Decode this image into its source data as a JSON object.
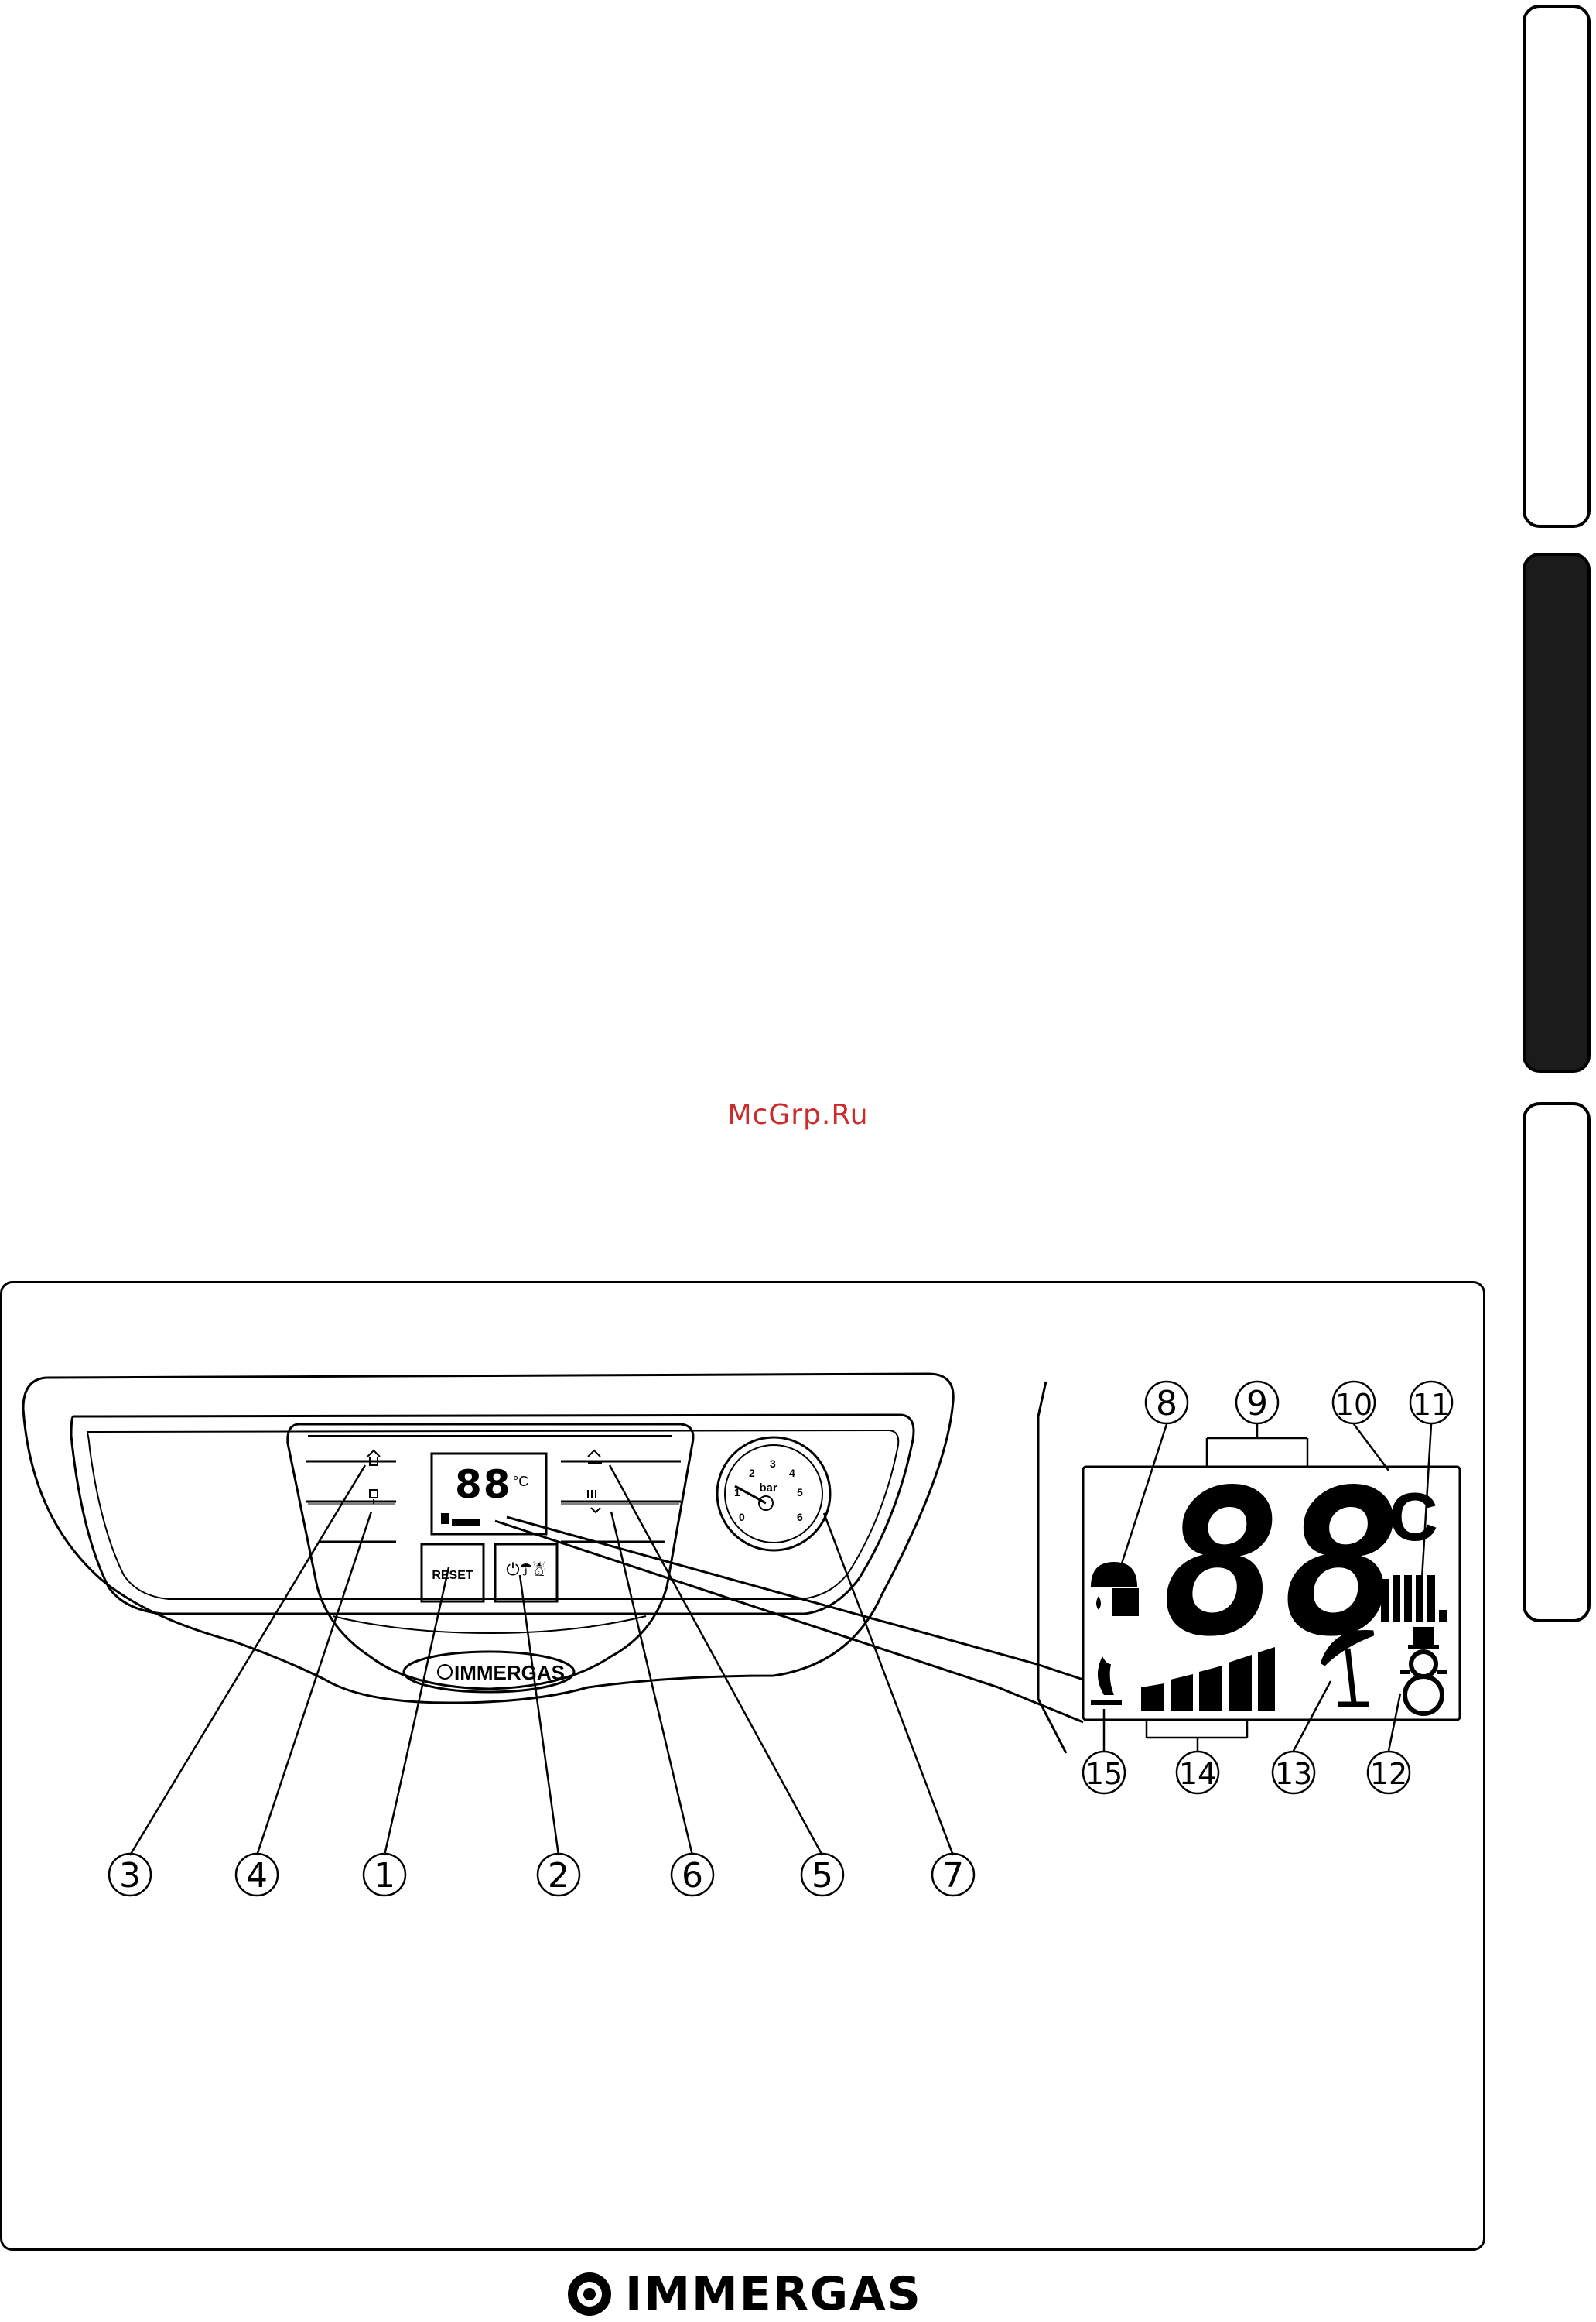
{
  "watermark": "McGrp.Ru",
  "brand": "IMMERGAS",
  "panel": {
    "reset_label": "RESET",
    "gauge_unit": "bar",
    "gauge_ticks": [
      "0",
      "1",
      "2",
      "3",
      "4",
      "5",
      "6"
    ]
  },
  "display": {
    "digits": "88",
    "unit": "°C"
  },
  "callouts": {
    "c1": "1",
    "c2": "2",
    "c3": "3",
    "c4": "4",
    "c5": "5",
    "c6": "6",
    "c7": "7",
    "c8": "8",
    "c9": "9",
    "c10": "10",
    "c11": "11",
    "c12": "12",
    "c13": "13",
    "c14": "14",
    "c15": "15"
  },
  "colors": {
    "watermark": "#cc2b2b",
    "tab_dark": "#1b1b1b",
    "line": "#000000"
  },
  "icons": [
    "tap-icon",
    "radiator-icon",
    "umbrella-icon",
    "snowman-icon",
    "flame-icon",
    "power-level-icon",
    "reset-icon",
    "standby-icon"
  ]
}
